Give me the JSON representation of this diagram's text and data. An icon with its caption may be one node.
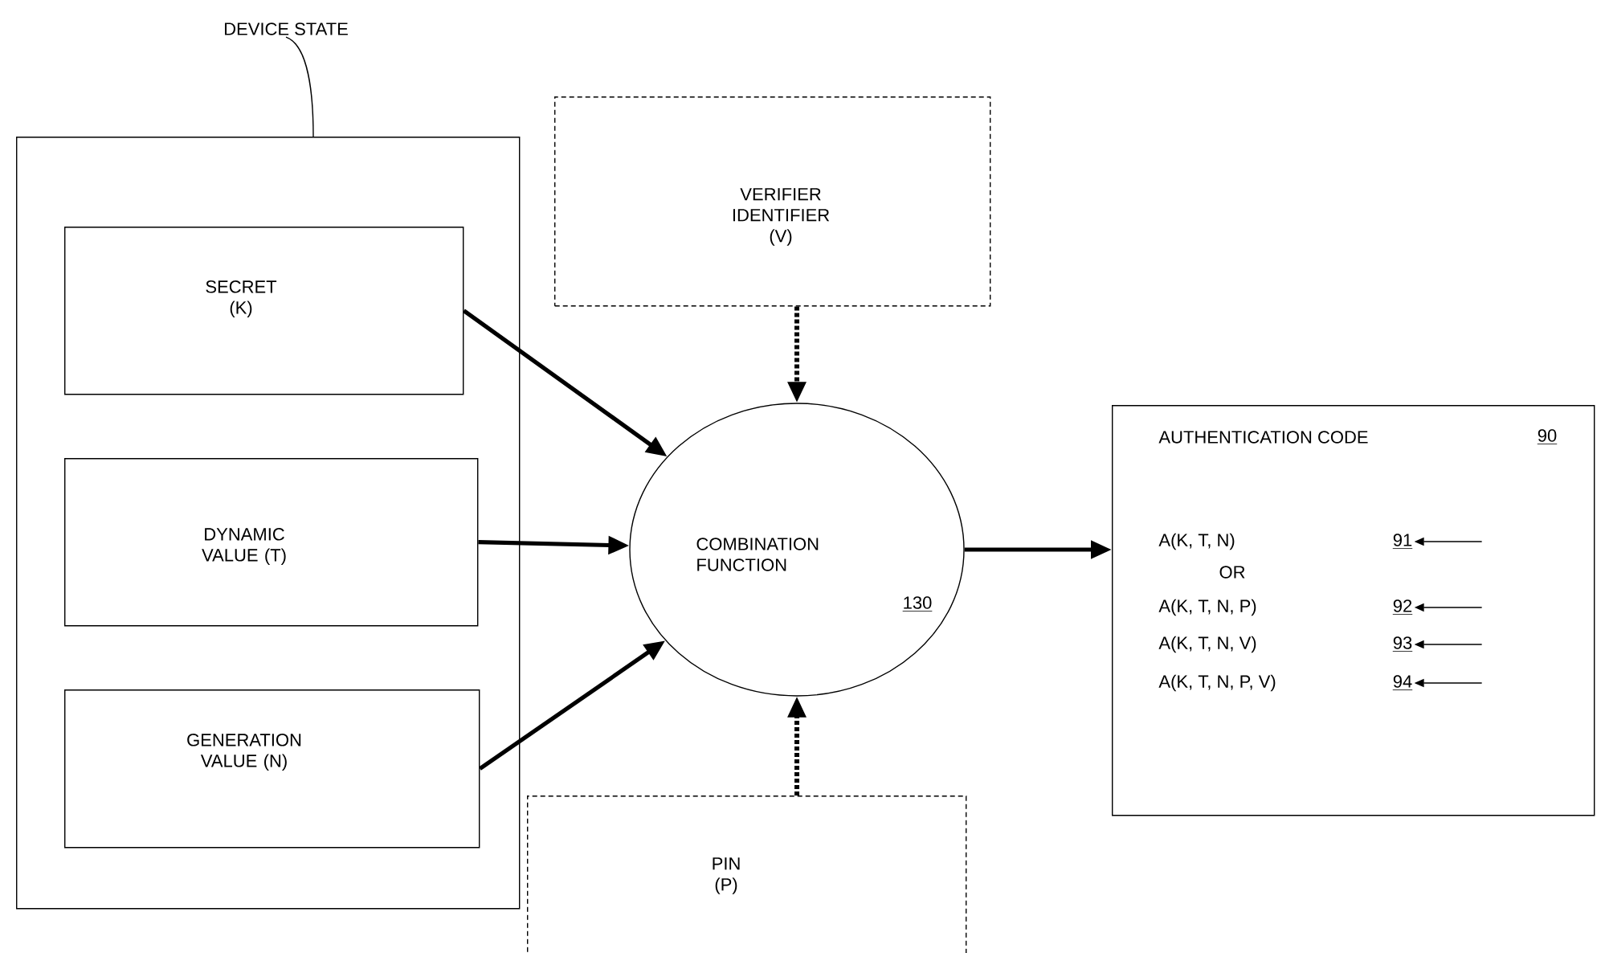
{
  "diagram": {
    "nodes": [
      {
        "text": [
          "DEVICE STATE"
        ]
      },
      {
        "text": [],
        "shape": "box"
      },
      {
        "text": [
          "SECRET (K)"
        ],
        "in": 1
      },
      {
        "text": [
          "DYNAMIC VALUE (T)"
        ],
        "in": 1
      },
      {
        "text": [
          "GENERATION VALUE (N)"
        ],
        "in": 1
      },
      {
        "text": [
          "VERIFIER IDENTIFIER (V)"
        ]
      },
      {
        "text": [
          "COMBINATION FUNCTION",
          "130"
        ]
      },
      {
        "text": [
          "PIN (P)"
        ]
      },
      {
        "text": [
          "AUTHENTICATION CODE",
          "90",
          "A(K, T, N)",
          "OR",
          "A(K, T, N, P)",
          "A(K, T, N, V)",
          "A(K, T, N, P, V)"
        ]
      },
      {
        "text": [
          "91"
        ],
        "in": 8
      },
      {
        "text": [
          "92"
        ],
        "in": 8
      },
      {
        "text": [
          "93"
        ],
        "in": 8
      },
      {
        "text": [
          "94"
        ],
        "in": 8
      }
    ],
    "edges": [
      {
        "from": 0,
        "to": 1,
        "arrow": "none"
      },
      {
        "from": 2,
        "to": 6,
        "arrow": "to"
      },
      {
        "from": 3,
        "to": 6,
        "arrow": "to"
      },
      {
        "from": 4,
        "to": 6,
        "arrow": "to"
      },
      {
        "from": 5,
        "to": 6,
        "arrow": "to",
        "style": "dashed"
      },
      {
        "from": 7,
        "to": 6,
        "arrow": "to",
        "style": "dashed"
      },
      {
        "from": 6,
        "to": 8,
        "arrow": "to"
      },
      {
        "from": null,
        "to": 9,
        "arrow": "to"
      },
      {
        "from": null,
        "to": 10,
        "arrow": "to"
      },
      {
        "from": null,
        "to": 11,
        "arrow": "to"
      },
      {
        "from": null,
        "to": 12,
        "arrow": "to"
      }
    ]
  }
}
